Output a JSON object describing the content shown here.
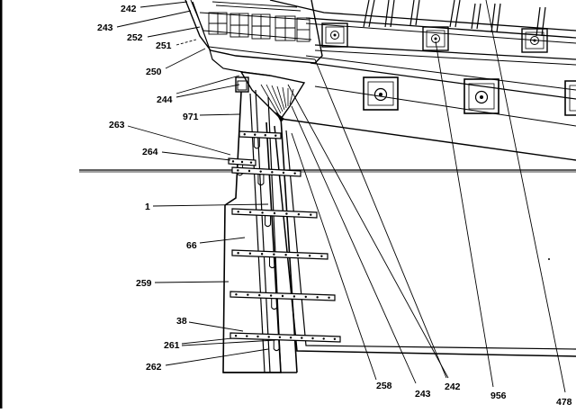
{
  "diagram": {
    "labels": {
      "l242_top": "242",
      "l243_top": "243",
      "l252": "252",
      "l251": "251",
      "l250": "250",
      "l244": "244",
      "l971": "971",
      "l263": "263",
      "l264": "264",
      "l1": "1",
      "l66": "66",
      "l259": "259",
      "l38": "38",
      "l261": "261",
      "l262": "262",
      "l258": "258",
      "l243_bottom": "243",
      "l242_bottom": "242",
      "l956": "956",
      "l478": "478"
    },
    "colors": {
      "ink": "#000000",
      "paper": "#ffffff"
    }
  }
}
